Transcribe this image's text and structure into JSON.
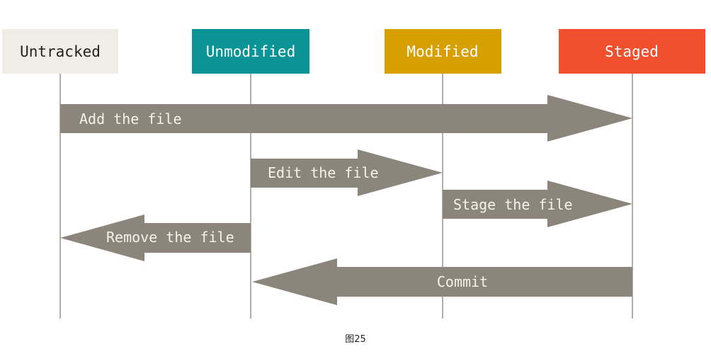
{
  "states": [
    {
      "id": "untracked",
      "label": "Untracked",
      "color": "#efede6",
      "text_color": "#222222"
    },
    {
      "id": "unmodified",
      "label": "Unmodified",
      "color": "#0a9496",
      "text_color": "#ffffff"
    },
    {
      "id": "modified",
      "label": "Modified",
      "color": "#d6a000",
      "text_color": "#ffffff"
    },
    {
      "id": "staged",
      "label": "Staged",
      "color": "#f1502f",
      "text_color": "#ffffff"
    }
  ],
  "transitions": [
    {
      "id": "add",
      "label": "Add the file",
      "from": "untracked",
      "to": "staged"
    },
    {
      "id": "edit",
      "label": "Edit the file",
      "from": "unmodified",
      "to": "modified"
    },
    {
      "id": "stage",
      "label": "Stage the file",
      "from": "modified",
      "to": "staged"
    },
    {
      "id": "remove",
      "label": "Remove the file",
      "from": "unmodified",
      "to": "untracked"
    },
    {
      "id": "commit",
      "label": "Commit",
      "from": "staged",
      "to": "unmodified"
    }
  ],
  "colors": {
    "arrow": "#8c857c",
    "lifeline": "#9a948b",
    "arrow_text": "#f5f2ea"
  },
  "caption": "图25"
}
